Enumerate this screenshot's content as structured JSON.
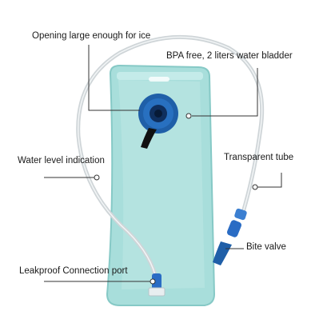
{
  "labels": {
    "opening": "Opening large enough for ice",
    "bpa_free": "BPA free, 2 liters water bladder",
    "water_level": "Water level indication",
    "transparent_tube": "Transparent tube",
    "bite_valve": "Bite valve",
    "leakproof_port": "Leakproof Connection port"
  },
  "colors": {
    "bladder_fill": "#a8dedb",
    "bladder_edge": "#86c9c6",
    "cap_blue": "#1f5fa8",
    "cap_dark": "#0f2f5e",
    "strap": "#111111",
    "tube": "#d8dde0",
    "valve_blue": "#2a6cc4",
    "callout_line": "#333333"
  }
}
